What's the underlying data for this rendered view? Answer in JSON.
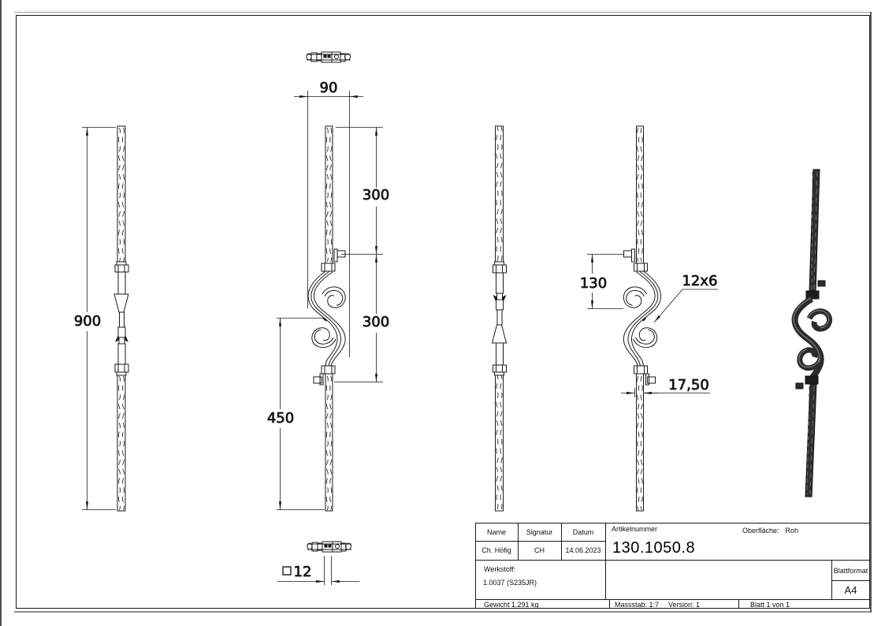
{
  "drawing": {
    "dims": {
      "overall": "900",
      "upper": "300",
      "scroll": "300",
      "lower": "450",
      "width": "90",
      "offset_height": "130",
      "material": "12x6",
      "hook_offset": "17,50",
      "square_value": "12"
    }
  },
  "title_block": {
    "name_label": "Name",
    "signature_label": "Signatur",
    "date_label": "Datum",
    "name": "Ch. Höfig",
    "signature": "CH",
    "date": "14.06.2023",
    "article_label": "Artikelnummer",
    "article_number": "130.1050.8",
    "surface_label": "Oberfläche:",
    "surface_value": "Roh",
    "material_label": "Werkstoff:",
    "material_value": "1.0037 (S235JR)",
    "weight": "Gewicht 1.291 kg",
    "scale": "Massstab: 1:7",
    "version": "Version: 1",
    "sheet": "Blatt 1 von 1",
    "format_label": "Blattformat",
    "format_value": "A4"
  }
}
